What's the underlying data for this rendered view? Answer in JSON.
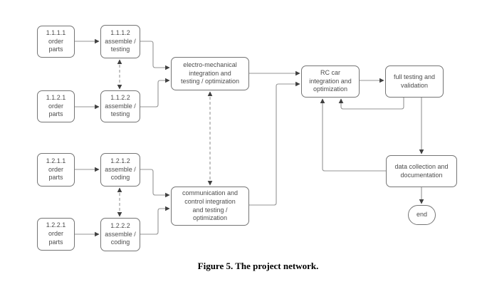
{
  "caption": "Figure 5. The project network.",
  "colors": {
    "box_border": "#757575",
    "connector": "#949494",
    "arrowhead": "#404040",
    "text": "#4d4d4d"
  },
  "nodes": {
    "n1111": "1.1.1.1\norder\nparts",
    "n1112": "1.1.1.2\nassemble /\ntesting",
    "n1121": "1.1.2.1\norder\nparts",
    "n1122": "1.1.2.2\nassemble /\ntesting",
    "n1211": "1.2.1.1\norder\nparts",
    "n1212": "1.2.1.2\nassemble /\ncoding",
    "n1221": "1.2.2.1\norder\nparts",
    "n1222": "1.2.2.2\nassemble /\ncoding",
    "electro": "electro-mechanical\nintegration and\ntesting / optimization",
    "comm": "communication and\ncontrol integration\nand testing /\noptimization",
    "rccar": "RC car\nintegration and\noptimization",
    "fulltest": "full testing and\nvalidation",
    "datacol": "data collection and\ndocumentation",
    "end": "end"
  }
}
